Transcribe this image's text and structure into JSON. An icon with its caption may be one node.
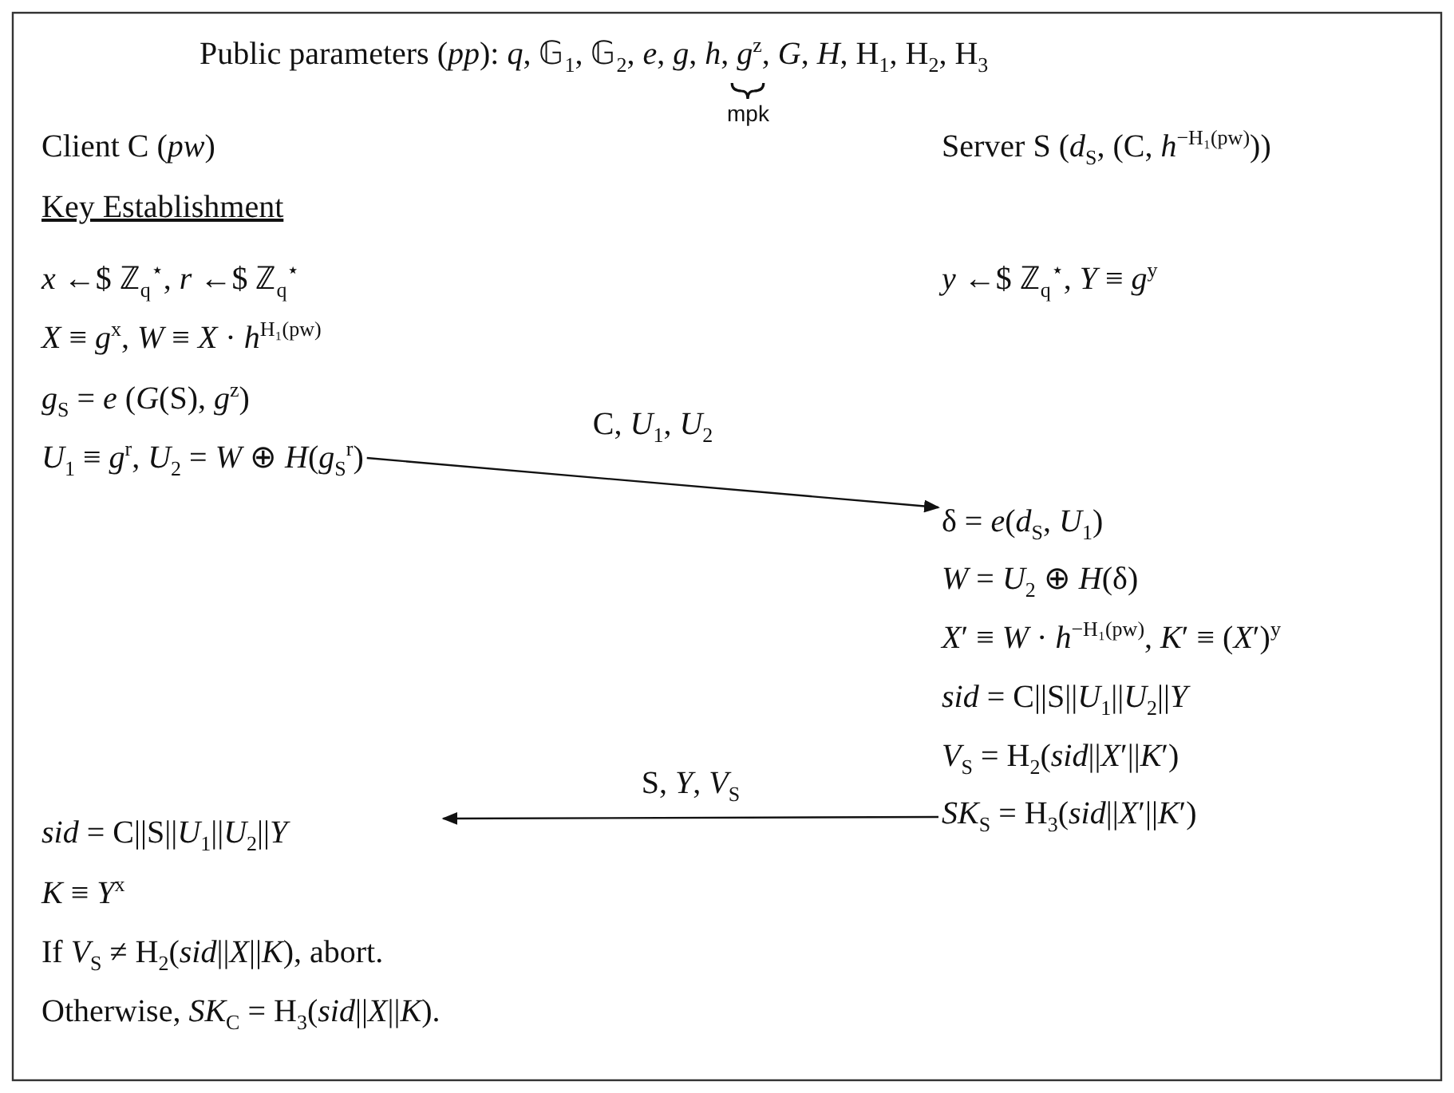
{
  "diagram": {
    "title": "Public parameters (*pp*): *q*, 𝔾$_{1}$, 𝔾$_{2}$, *e*, *g*, *h*, *g*$^{z}$, *G*, *H*, H$_{1}$, H$_{2}$, H$_{3}$",
    "nodes": [
      {
        "text": [
          "Client C (*pw*)",
          "Key Establishment",
          "*x* ←$ ℤ$_{q}$$^{⋆}$, *r* ←$ ℤ$_{q}$$^{⋆}$",
          "*X* ≡ *g*$^{x}$, *W* ≡ *X* · *h*$^{H₁(pw)}$",
          "*g*$_{S}$ = *e* (*G*(S), *g*$^{z}$)",
          "*U*$_{1}$ ≡ *g*$^{r}$, *U*$_{2}$ = *W* ⊕ *H*(*g*$_{S}$$^{r}$)"
        ]
      },
      {
        "text": [
          "*sid* = C||S||*U*$_{1}$||*U*$_{2}$||*Y*",
          "*K* ≡ *Y*$^{x}$",
          "If *V*$_{S}$ ≠ H$_{2}$(*sid*||*X*||*K*), abort.",
          "Otherwise, *SK*$_{C}$ = H$_{3}$(*sid*||*X*||*K*)."
        ]
      },
      {
        "text": [
          "Server S (*d*$_{S}$, (C, *h*$^{−H₁(pw)}$))",
          "*y* ←$ ℤ$_{q}$$^{⋆}$, *Y* ≡ *g*$^{y}$"
        ]
      },
      {
        "text": [
          "δ = *e*(*d*$_{S}$, *U*$_{1}$)",
          "*W* = *U*$_{2}$ ⊕ *H*(δ)",
          "*X*′ ≡ *W* · *h*$^{−H₁(pw)}$, *K*′ ≡ (*X*′)$^{y}$",
          "*sid* = C||S||*U*$_{1}$||*U*$_{2}$||*Y*",
          "*V*$_{S}$ = H$_{2}$(*sid*||*X*′||*K*′)",
          "*SK*$_{S}$ = H$_{3}$(*sid*||*X*′||*K*′)"
        ]
      }
    ],
    "edges": [
      {
        "from": 0,
        "to": 3,
        "arrow": "to",
        "label": "C, *U*$_{1}$, *U*$_{2}$"
      },
      {
        "from": 3,
        "to": 1,
        "arrow": "to",
        "label": "S, *Y*, *V*$_{S}$"
      }
    ],
    "labels": [
      "mpk"
    ]
  }
}
